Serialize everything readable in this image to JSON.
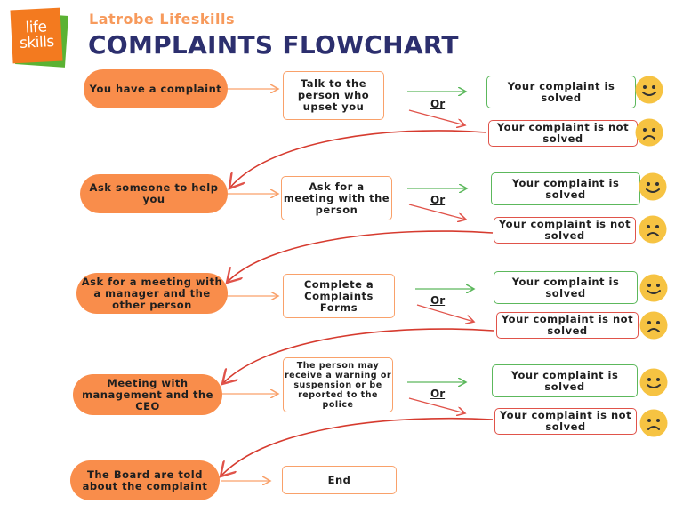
{
  "header": {
    "logo_line1": "life",
    "logo_line2": "skills",
    "subtitle": "Latrobe Lifeskills",
    "title": "COMPLAINTS FLOWCHART"
  },
  "colors": {
    "pill": "#f98d4b",
    "step_border": "#f9a16a",
    "solved": "#5cb85c",
    "not_solved": "#e0534a",
    "title": "#2c2f6e",
    "subtitle": "#f79a5c",
    "face": "#f6c342"
  },
  "flow": {
    "stages": [
      {
        "stage": "You have a complaint",
        "action": "Talk to the person who upset you",
        "or": "Or",
        "solved": "Your complaint is solved",
        "not_solved": "Your complaint is not solved"
      },
      {
        "stage": "Ask someone to help you",
        "action": "Ask for a meeting with the person",
        "or": "Or",
        "solved": "Your complaint is solved",
        "not_solved": "Your complaint is not solved"
      },
      {
        "stage": "Ask for a meeting with a manager and the other person",
        "action": "Complete a Complaints Forms",
        "or": "Or",
        "solved": "Your complaint is solved",
        "not_solved": "Your complaint is not solved"
      },
      {
        "stage": "Meeting with management and the CEO",
        "action": "The person may receive a warning or suspension or be reported to the police",
        "or": "Or",
        "solved": "Your complaint is solved",
        "not_solved": "Your complaint is not solved"
      },
      {
        "stage": "The Board are told about the complaint",
        "action": "End"
      }
    ],
    "icons": {
      "solved": "happy-face-icon",
      "not_solved": "sad-face-icon"
    }
  }
}
